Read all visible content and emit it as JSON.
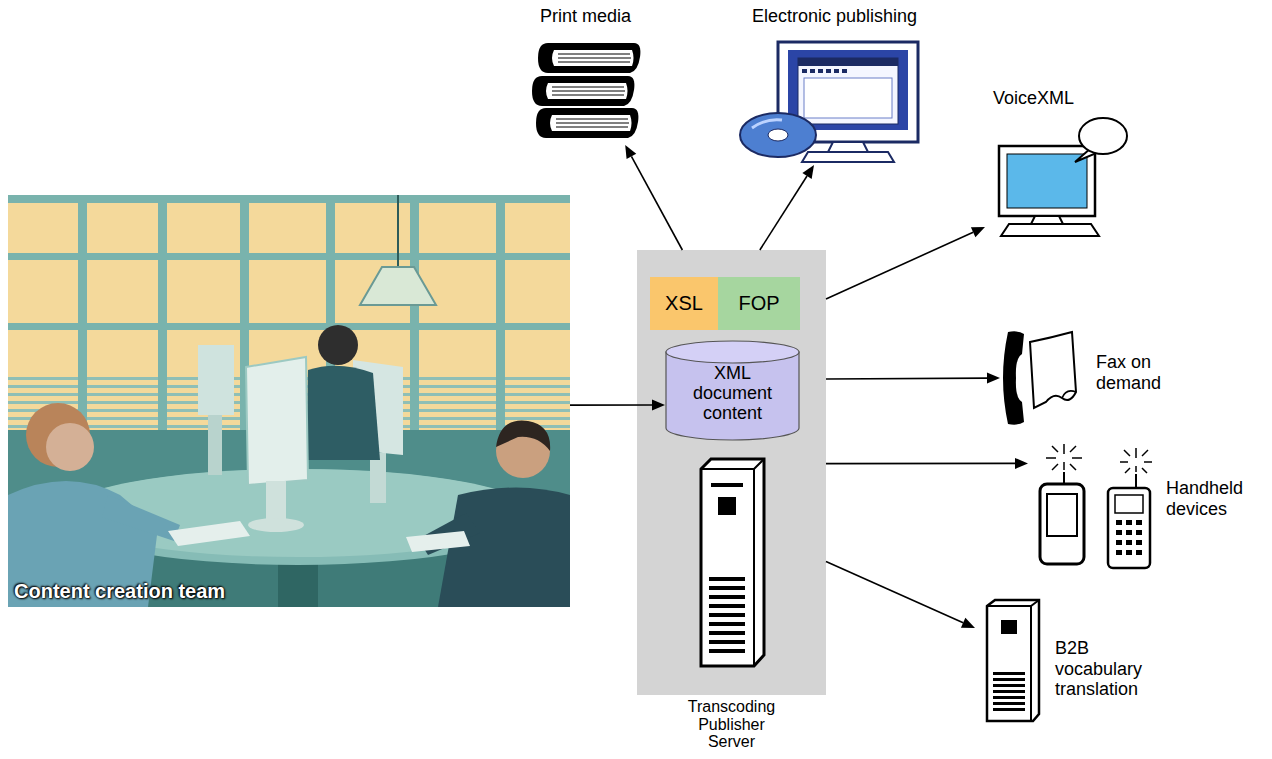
{
  "diagram": {
    "nodes": [
      {
        "text": [
          "Print media"
        ]
      },
      {
        "text": [
          "Electronic publishing"
        ]
      },
      {
        "text": [
          "VoiceXML"
        ]
      },
      {
        "text": [
          "Content creation team"
        ]
      },
      {
        "text": [
          "Transcoding Publisher Server"
        ]
      },
      {
        "text": [
          "XSL"
        ],
        "in": 4
      },
      {
        "text": [
          "FOP"
        ],
        "in": 4
      },
      {
        "text": [
          "XML document content"
        ],
        "in": 4
      },
      {
        "text": [
          "Fax on demand"
        ]
      },
      {
        "text": [
          "Handheld devices"
        ]
      },
      {
        "text": [
          "B2B vocabulary translation"
        ]
      }
    ],
    "edges": [
      {
        "from": 3,
        "to": 7,
        "arrow": "to"
      },
      {
        "from": 4,
        "to": 0,
        "arrow": "to"
      },
      {
        "from": 4,
        "to": 1,
        "arrow": "to"
      },
      {
        "from": 4,
        "to": 2,
        "arrow": "to"
      },
      {
        "from": 4,
        "to": 8,
        "arrow": "to"
      },
      {
        "from": 4,
        "to": 9,
        "arrow": "to"
      },
      {
        "from": 4,
        "to": 10,
        "arrow": "to"
      }
    ]
  }
}
